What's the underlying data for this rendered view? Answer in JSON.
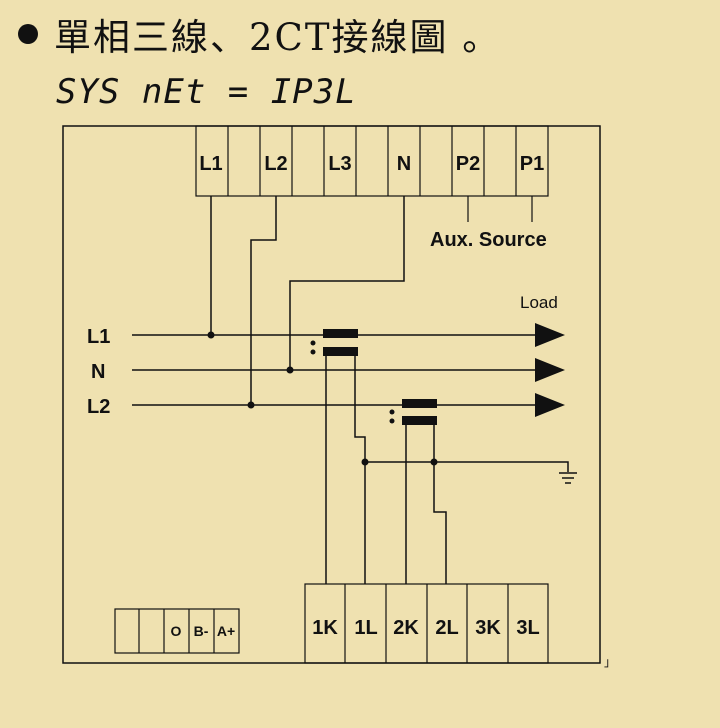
{
  "title": "單相三線、2CT接線圖 。",
  "subtitle": "SYS nEt = IP3L",
  "diagram": {
    "top_terminals": [
      "L1",
      "L2",
      "L3",
      "N",
      "P2",
      "P1"
    ],
    "aux_source_label": "Aux. Source",
    "load_label": "Load",
    "line_labels": [
      "L1",
      "N",
      "L2"
    ],
    "ct_terminals": [
      "1K",
      "1L",
      "2K",
      "2L",
      "3K",
      "3L"
    ],
    "comm_terminals": [
      "O",
      "B-",
      "A+"
    ],
    "corner_mark": "」"
  }
}
